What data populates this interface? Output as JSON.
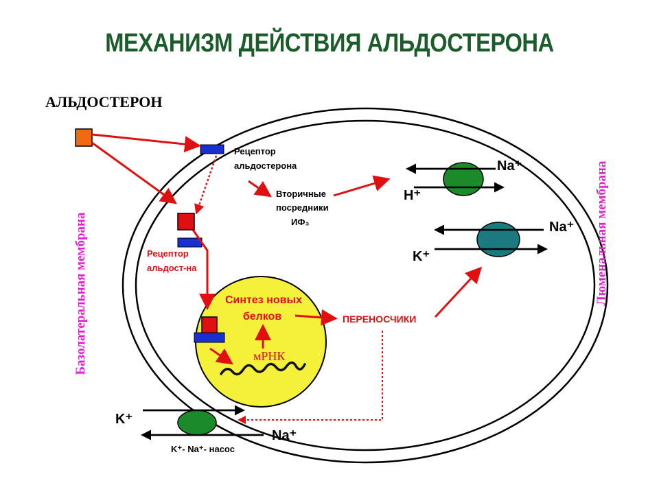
{
  "title": "МЕХАНИЗМ ДЕЙСТВИЯ АЛЬДОСТЕРОНА",
  "labels": {
    "hormone": "АЛЬДОСТЕРОН",
    "receptor_top_1": "Рецептор",
    "receptor_top_2": "альдостерона",
    "secondary_1": "Вторичные",
    "secondary_2": "посредники",
    "secondary_3": "ИФ₃",
    "receptor_mid_1": "Рецептор",
    "receptor_mid_2": "альдост-на",
    "synthesis_1": "Синтез новых",
    "synthesis_2": "белков",
    "mrna": "мРНК",
    "carriers": "ПЕРЕНОСЧИКИ",
    "basolateral": "Базолатеральная мембрана",
    "luminal": "Люменальная мембрана",
    "pump_label": "K⁺- Na⁺- насос"
  },
  "ions": {
    "na_top": "Na⁺",
    "h": "H⁺",
    "na_mid": "Na⁺",
    "k_mid": "K⁺",
    "k_bottom": "K⁺",
    "na_bottom": "Na⁺"
  },
  "colors": {
    "title": "#1a5c2a",
    "arrow_red": "#e01010",
    "magenta": "#e020d0",
    "nucleus": "#f5f03a",
    "receptor_blue": "#1a2fd0",
    "hormone_orange": "#f06a14",
    "square_red": "#e01010",
    "channel_green": "#1a8a2a",
    "channel_teal": "#1a7a80"
  }
}
